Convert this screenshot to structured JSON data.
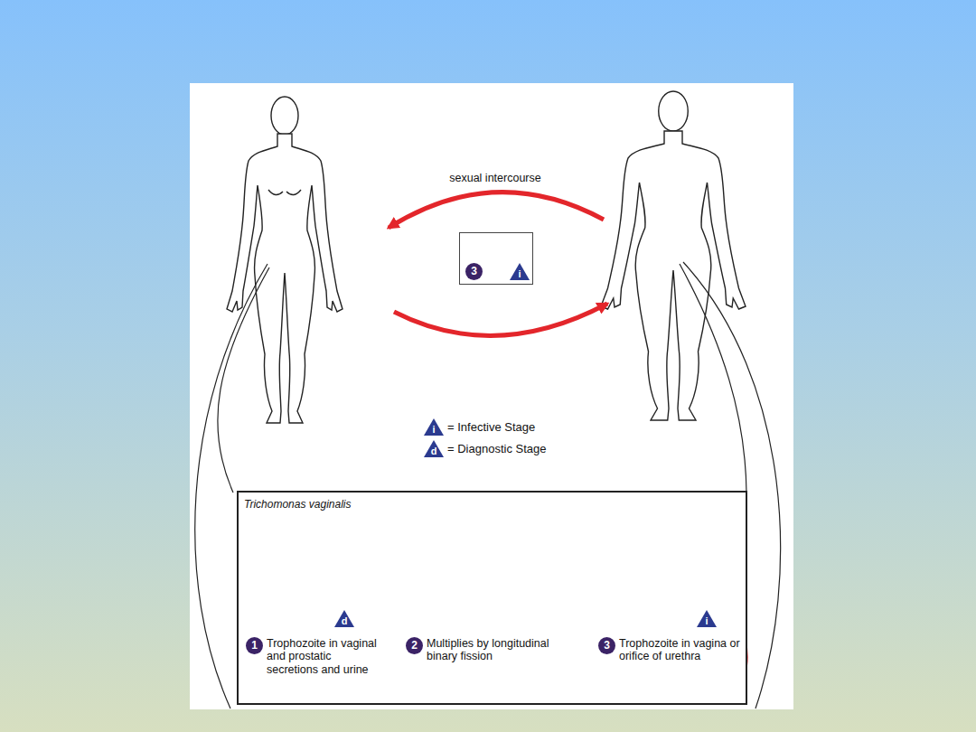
{
  "diagram": {
    "nodes": [
      {
        "text": [
          "3",
          "i"
        ]
      },
      {
        "text": [
          "Trichomonas vaginalis"
        ]
      },
      {
        "text": [
          "d",
          "1",
          "Trophozoite in vaginal and prostatic secretions and urine"
        ],
        "in": 1
      },
      {
        "text": [
          "2",
          "Multiplies by longitudinal binary fission"
        ],
        "in": 1
      },
      {
        "text": [
          "i",
          "3",
          "Trophozoite in vagina or orifice of urethra"
        ],
        "in": 1
      }
    ],
    "edges": [
      {
        "from": 2,
        "to": 3,
        "arrow": "to"
      },
      {
        "from": 3,
        "to": 4,
        "arrow": "to"
      },
      {
        "from": 4,
        "to": 2,
        "arrow": "to"
      }
    ],
    "labels": [
      "sexual intercourse",
      "i",
      "d"
    ],
    "legend": [
      {
        "text": "= Infective Stage"
      },
      {
        "text": "= Diagnostic Stage"
      }
    ]
  }
}
